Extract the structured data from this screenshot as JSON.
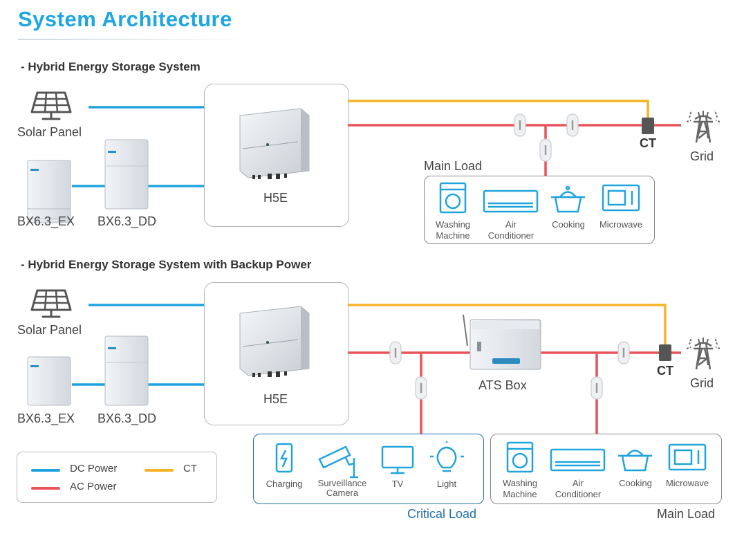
{
  "header": {
    "title": "System Architecture",
    "section1": "- Hybrid Energy Storage System",
    "section2": "- Hybrid Energy Storage System with Backup Power"
  },
  "components": {
    "solar_panel": "Solar Panel",
    "battery_ex": "BX6.3_EX",
    "battery_dd": "BX6.3_DD",
    "inverter": "H5E",
    "ct": "CT",
    "grid": "Grid",
    "ats_box": "ATS Box"
  },
  "main_load": {
    "title": "Main Load",
    "items": [
      {
        "label": "Washing Machine",
        "icon": "washing-machine-icon"
      },
      {
        "label": "Air Conditioner",
        "icon": "air-conditioner-icon"
      },
      {
        "label": "Cooking",
        "icon": "cooking-pot-icon"
      },
      {
        "label": "Microwave",
        "icon": "microwave-icon"
      }
    ]
  },
  "critical_load": {
    "title": "Critical Load",
    "items": [
      {
        "label": "Charging",
        "icon": "charging-phone-icon"
      },
      {
        "label": "Surveillance Camera",
        "icon": "surveillance-camera-icon"
      },
      {
        "label": "TV",
        "icon": "tv-icon"
      },
      {
        "label": "Light",
        "icon": "light-bulb-icon"
      }
    ]
  },
  "legend": {
    "dc": "DC Power",
    "ac": "AC Power",
    "ct": "CT"
  },
  "colors": {
    "dc": "#1fa3e0",
    "ac": "#e8545a",
    "ct": "#f5b324",
    "title": "#1ea6e0",
    "critical": "#1f6fa8",
    "icon": "#20a4de"
  }
}
